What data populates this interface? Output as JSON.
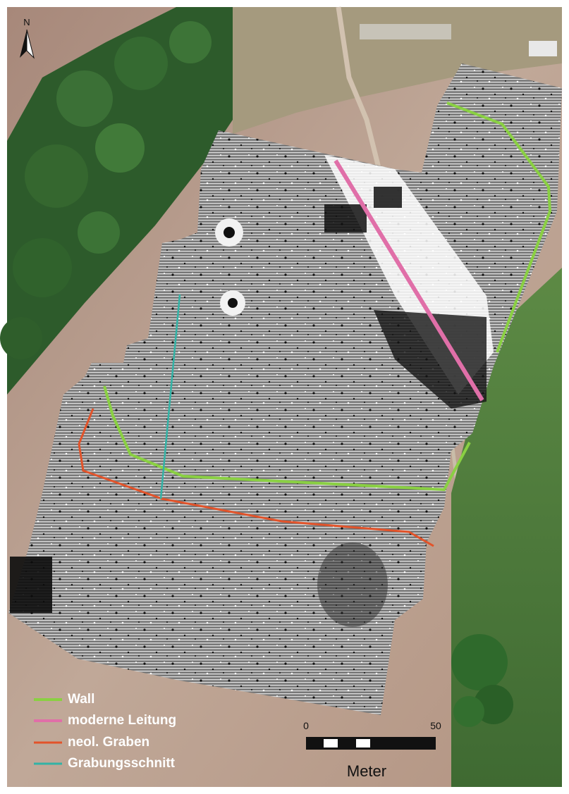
{
  "map": {
    "north_label": "N",
    "legend": [
      {
        "label": "Wall",
        "color": "#8ad043",
        "icon": "green-line-swatch"
      },
      {
        "label": "moderne Leitung",
        "color": "#e06fa8",
        "icon": "pink-line-swatch"
      },
      {
        "label": "neol. Graben",
        "color": "#e2532a",
        "icon": "orange-line-swatch"
      },
      {
        "label": "Grabungsschnitt",
        "color": "#32b3a6",
        "icon": "teal-line-swatch"
      }
    ],
    "scale": {
      "start_label": "0",
      "end_label": "50",
      "unit": "Meter"
    },
    "colors": {
      "wall": "#8ad043",
      "leitung": "#e06fa8",
      "graben": "#e2532a",
      "schnitt": "#32b3a6",
      "field": "#b59a86",
      "forest": "#2c5a2a",
      "meadow": "#4f7a3c"
    }
  }
}
